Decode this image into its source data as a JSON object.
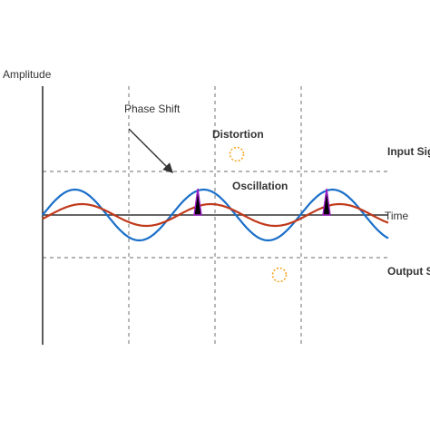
{
  "diagram": {
    "axis_label_amplitude": "Amplitude",
    "axis_label_time": "Time",
    "label_phase_shift": "Phase Shift",
    "label_distortion": "Distortion",
    "label_oscillation": "Oscillation",
    "label_input_signal": "Input Signal",
    "label_output_signal": "Output Signal"
  },
  "colors": {
    "axis": "#333333",
    "grid": "#888888",
    "blue_wave": "#1a6fc9",
    "red_wave": "#c0391b",
    "spike_fill": "#000000",
    "spike_stroke": "#a020c8",
    "marker_circle": "#f5a623",
    "label_text": "#333333"
  }
}
